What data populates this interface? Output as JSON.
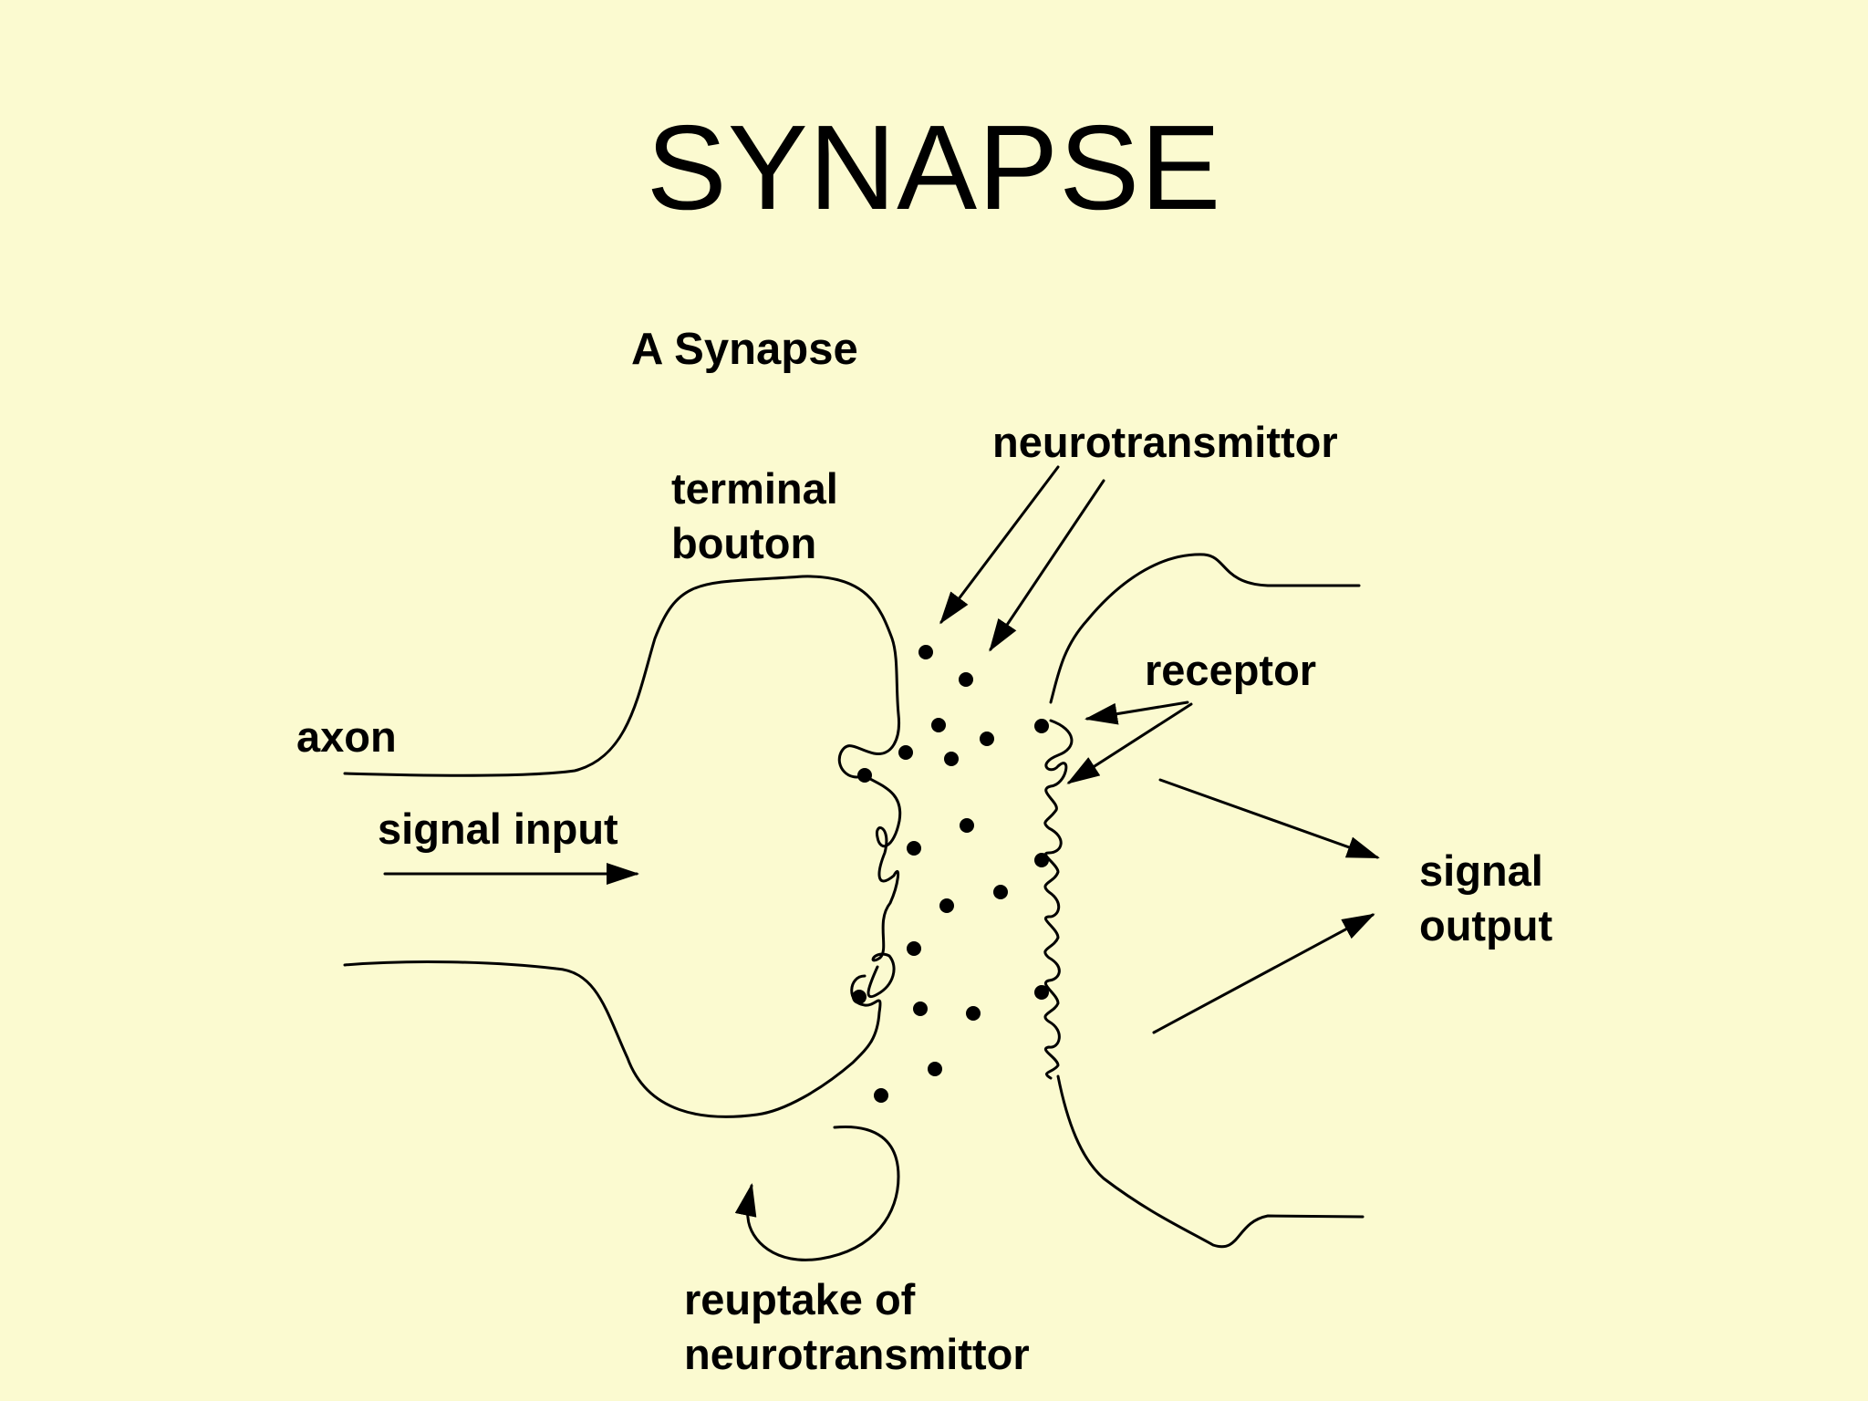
{
  "slide": {
    "title": "SYNAPSE"
  },
  "diagram": {
    "caption": "A Synapse",
    "labels": {
      "neurotransmittor": "neurotransmittor",
      "terminal_bouton": [
        "terminal",
        "bouton"
      ],
      "axon": "axon",
      "signal_input": "signal input",
      "receptor": "receptor",
      "signal_output": [
        "signal",
        "output"
      ],
      "reuptake": [
        "reuptake of",
        "neurotransmittor"
      ]
    },
    "colors": {
      "background": "#fbfad0",
      "ink": "#000000"
    }
  }
}
